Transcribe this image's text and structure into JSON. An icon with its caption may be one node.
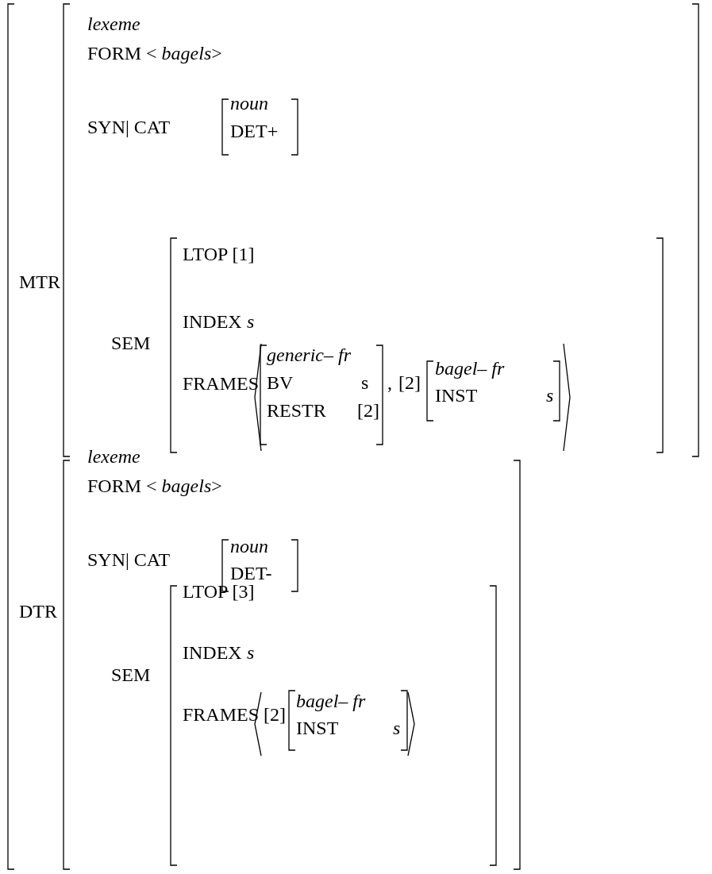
{
  "diagram": {
    "labels": [
      "MTR",
      "lexeme",
      "FORM < *bagels*>",
      "SYN| CAT",
      "noun",
      "DET+",
      "SEM",
      "LTOP [1]",
      "INDEX",
      "s",
      "FRAMES",
      "generic– fr",
      "BV",
      "s",
      "RESTR",
      "[2]",
      ",",
      "[2]",
      "bagel– fr",
      "INST",
      "s",
      "DTR",
      "lexeme",
      "FORM < *bagels*>",
      "SYN| CAT",
      "noun",
      "DET-",
      "SEM",
      "LTOP [3]",
      "INDEX",
      "s",
      "FRAMES",
      "[2]",
      "bagel– fr",
      "INST",
      "s"
    ]
  }
}
